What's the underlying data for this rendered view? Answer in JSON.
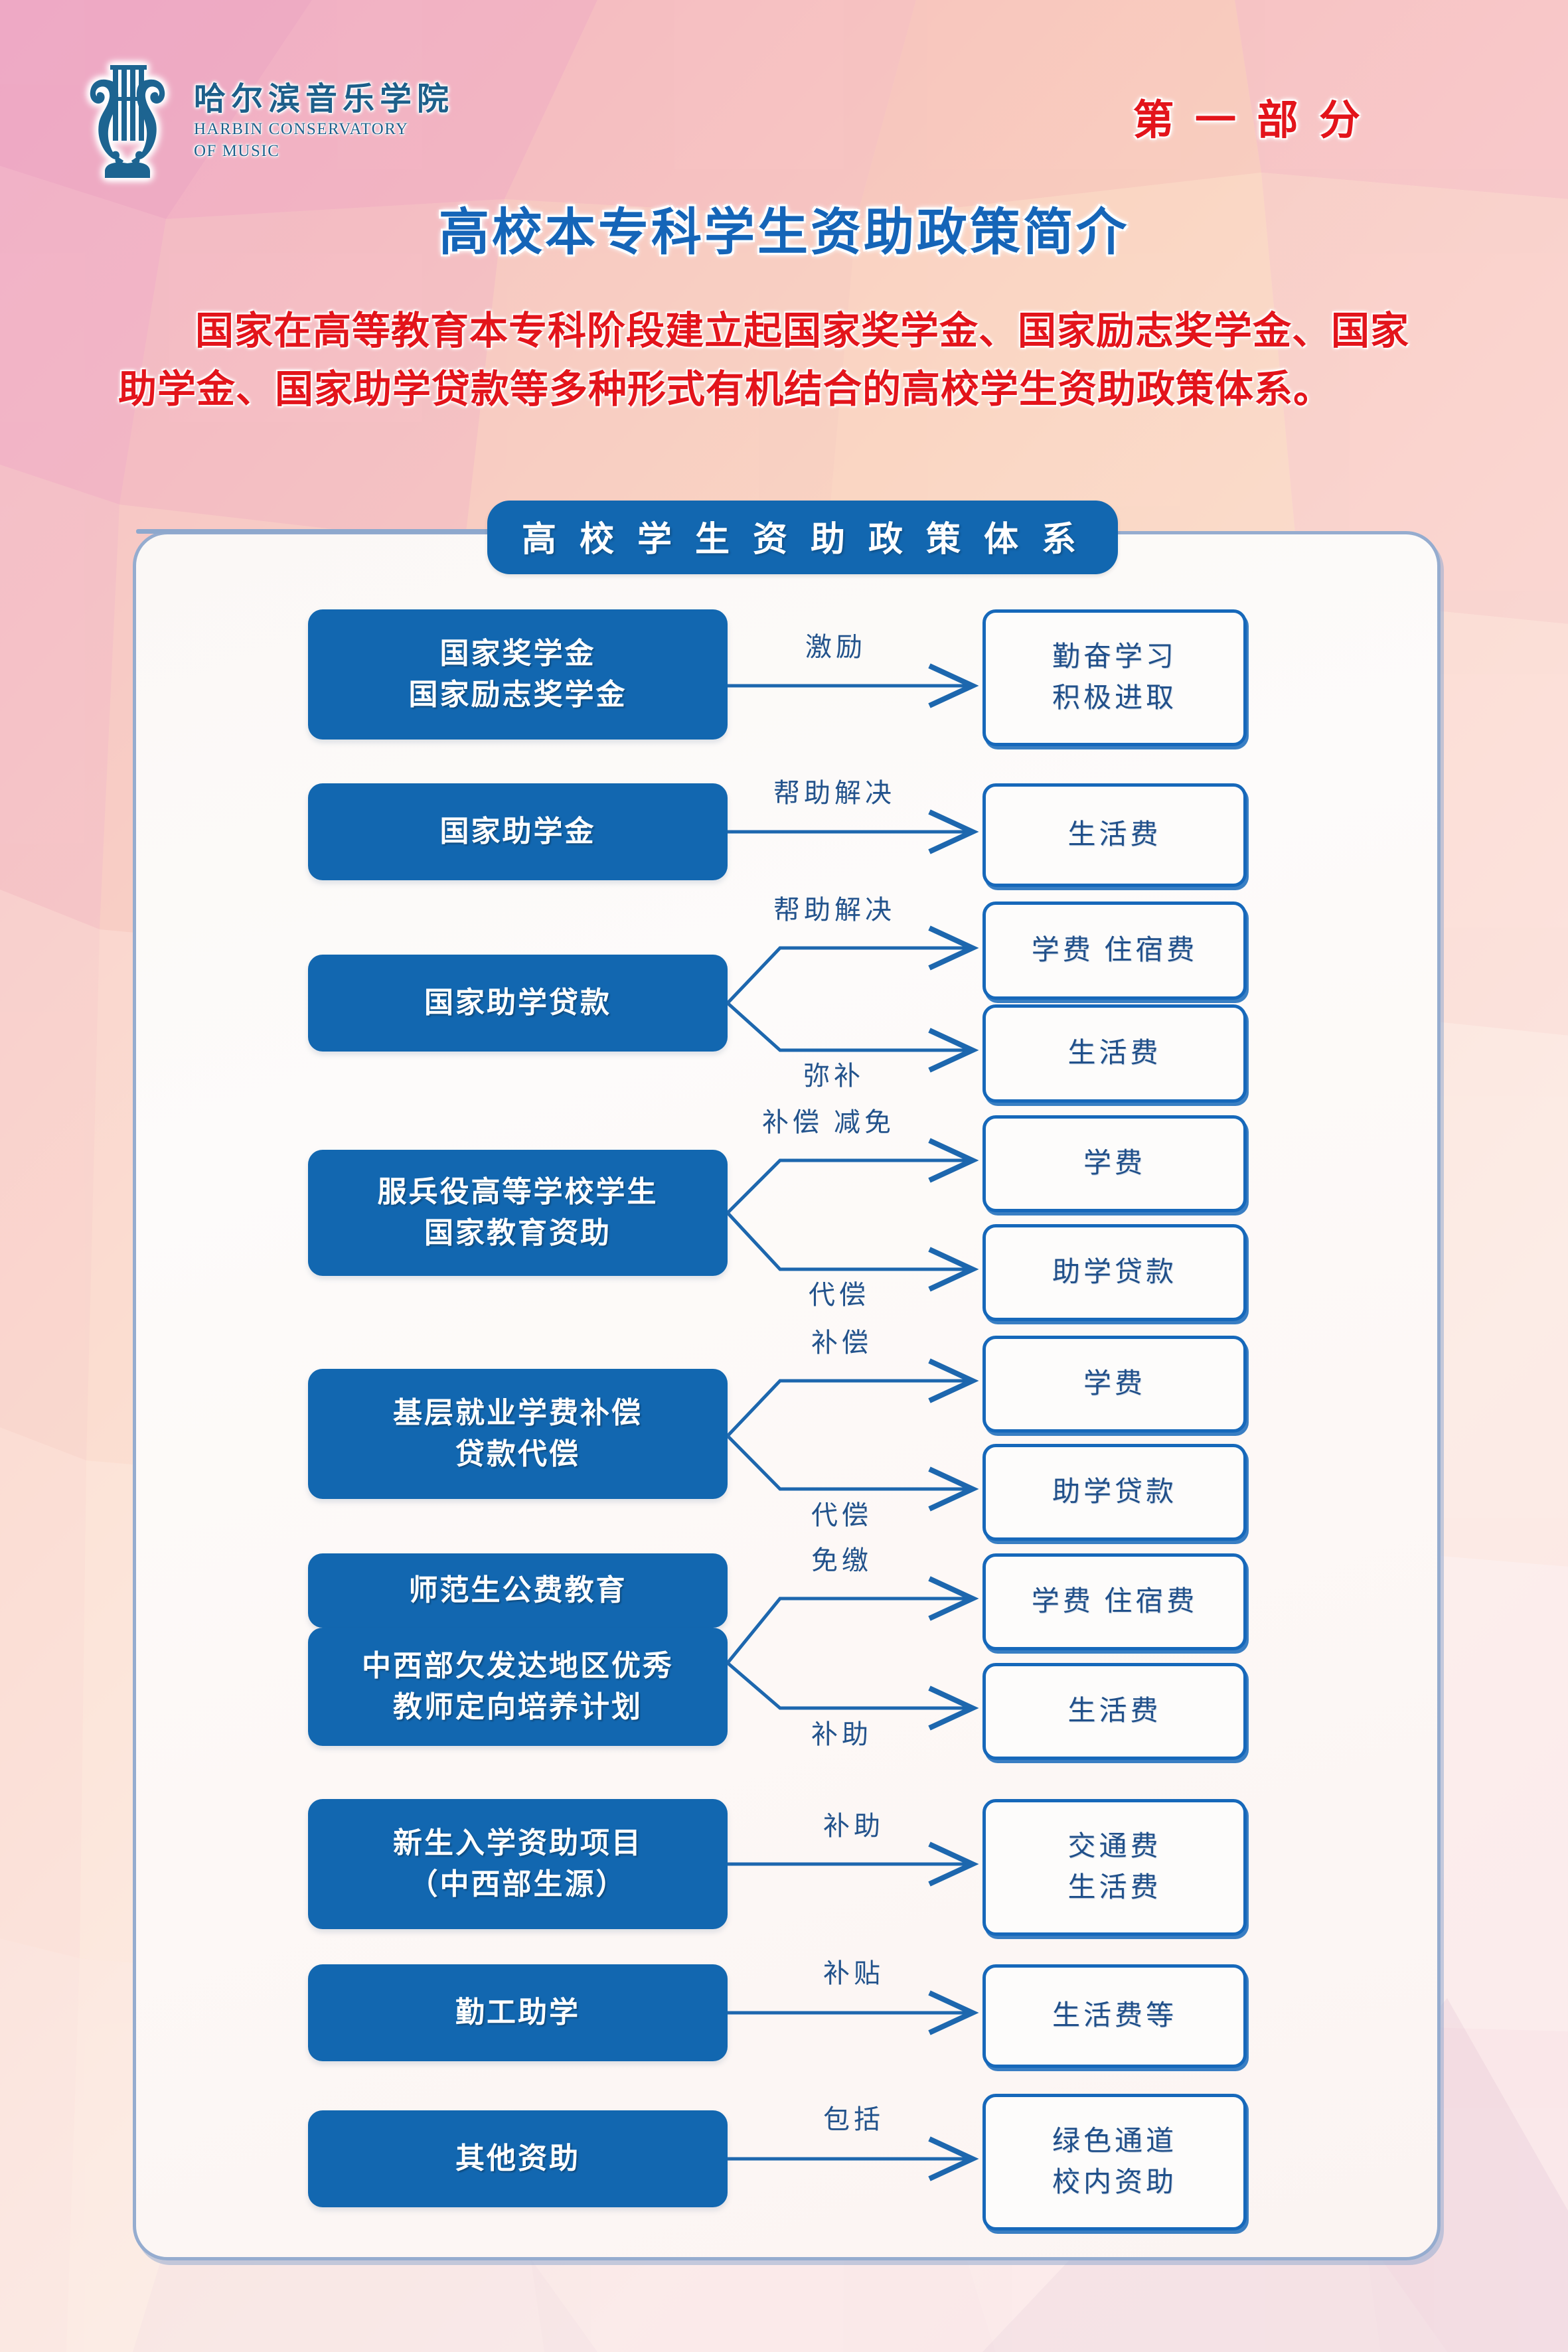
{
  "header": {
    "logo": {
      "icon": "lyre-logo-icon",
      "cn_name": "哈尔滨音乐学院",
      "en_name_line1": "HARBIN CONSERVATORY",
      "en_name_line2": "OF MUSIC"
    },
    "part_label": "第 一 部 分"
  },
  "main_title": "高校本专科学生资助政策简介",
  "intro_paragraph": "国家在高等教育本专科阶段建立起国家奖学金、国家励志奖学金、国家助学金、国家助学贷款等多种形式有机结合的高校学生资助政策体系。",
  "diagram": {
    "banner_title": "高 校 学 生 资 助 政 策 体 系",
    "colors": {
      "source_box_fill": "#1267b0",
      "source_box_text": "#ffffff",
      "target_box_border": "#1668ba",
      "target_box_text": "#21508a",
      "edge_label_text": "#23538c",
      "shell_border": "#95accf",
      "title_blue": "#1565b8",
      "accent_red": "#e3141b"
    },
    "rows": [
      {
        "sources": [
          {
            "lines": [
              "国家奖学金",
              "国家励志奖学金"
            ]
          }
        ],
        "edges": [
          {
            "label": "激励",
            "target": {
              "lines": [
                "勤奋学习",
                "积极进取"
              ]
            }
          }
        ]
      },
      {
        "sources": [
          {
            "lines": [
              "国家助学金"
            ]
          }
        ],
        "edges": [
          {
            "label": "帮助解决",
            "target": {
              "lines": [
                "生活费"
              ]
            }
          }
        ]
      },
      {
        "sources": [
          {
            "lines": [
              "国家助学贷款"
            ]
          }
        ],
        "edges": [
          {
            "label": "帮助解决",
            "target": {
              "lines": [
                "学费  住宿费"
              ]
            }
          },
          {
            "label": "弥补",
            "target": {
              "lines": [
                "生活费"
              ]
            }
          }
        ]
      },
      {
        "sources": [
          {
            "lines": [
              "服兵役高等学校学生",
              "国家教育资助"
            ]
          }
        ],
        "edges": [
          {
            "label": "补偿  减免",
            "target": {
              "lines": [
                "学费"
              ]
            }
          },
          {
            "label": "代偿",
            "target": {
              "lines": [
                "助学贷款"
              ]
            }
          }
        ]
      },
      {
        "sources": [
          {
            "lines": [
              "基层就业学费补偿",
              "贷款代偿"
            ]
          }
        ],
        "edges": [
          {
            "label": "补偿",
            "target": {
              "lines": [
                "学费"
              ]
            }
          },
          {
            "label": "代偿",
            "target": {
              "lines": [
                "助学贷款"
              ]
            }
          }
        ]
      },
      {
        "sources": [
          {
            "lines": [
              "师范生公费教育"
            ]
          },
          {
            "lines": [
              "中西部欠发达地区优秀",
              "教师定向培养计划"
            ]
          }
        ],
        "edges": [
          {
            "label": "免缴",
            "target": {
              "lines": [
                "学费  住宿费"
              ]
            }
          },
          {
            "label": "补助",
            "target": {
              "lines": [
                "生活费"
              ]
            }
          }
        ]
      },
      {
        "sources": [
          {
            "lines": [
              "新生入学资助项目",
              "（中西部生源）"
            ]
          }
        ],
        "edges": [
          {
            "label": "补助",
            "target": {
              "lines": [
                "交通费",
                "生活费"
              ]
            }
          }
        ]
      },
      {
        "sources": [
          {
            "lines": [
              "勤工助学"
            ]
          }
        ],
        "edges": [
          {
            "label": "补贴",
            "target": {
              "lines": [
                "生活费等"
              ]
            }
          }
        ]
      },
      {
        "sources": [
          {
            "lines": [
              "其他资助"
            ]
          }
        ],
        "edges": [
          {
            "label": "包括",
            "target": {
              "lines": [
                "绿色通道",
                "校内资助"
              ]
            }
          }
        ]
      }
    ]
  }
}
